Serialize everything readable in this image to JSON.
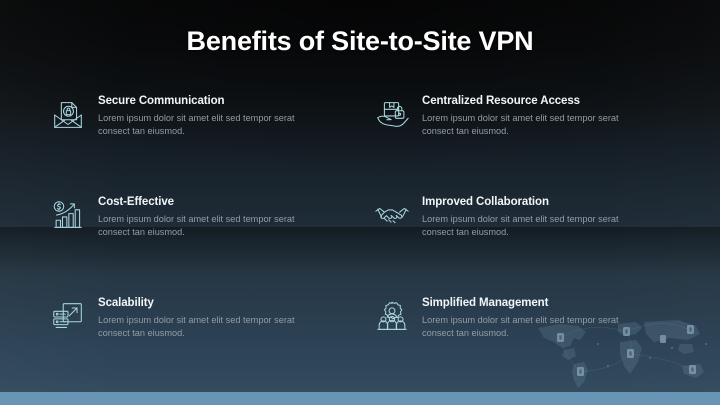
{
  "slide": {
    "title": "Benefits of Site-to-Site VPN",
    "background_top_color": "#0a0b0c",
    "background_bottom_color": "#35505f",
    "accent_bar_color": "#6894b6",
    "icon_color": "#a9d6de",
    "heading_color": "#f2f5f7",
    "body_color": "#939da6"
  },
  "benefits": [
    {
      "icon": "secure-email-lock-icon",
      "title": "Secure Communication",
      "desc": "Lorem ipsum dolor sit amet elit sed tempor serat consect tan eiusmod."
    },
    {
      "icon": "hand-holding-locked-box-icon",
      "title": "Centralized Resource Access",
      "desc": "Lorem ipsum dolor sit amet elit sed tempor serat consect tan eiusmod."
    },
    {
      "icon": "growth-bar-chart-dollar-icon",
      "title": "Cost-Effective",
      "desc": "Lorem ipsum dolor sit amet elit sed tempor serat consect tan eiusmod."
    },
    {
      "icon": "handshake-icon",
      "title": "Improved Collaboration",
      "desc": "Lorem ipsum dolor sit amet elit sed tempor serat consect tan eiusmod."
    },
    {
      "icon": "server-expand-arrow-icon",
      "title": "Scalability",
      "desc": "Lorem ipsum dolor sit amet elit sed tempor serat consect tan eiusmod."
    },
    {
      "icon": "gear-people-group-icon",
      "title": "Simplified Management",
      "desc": "Lorem ipsum dolor sit amet elit sed tempor serat consect tan eiusmod."
    }
  ],
  "decoration": {
    "world_map": "world-map-with-network-nodes"
  }
}
